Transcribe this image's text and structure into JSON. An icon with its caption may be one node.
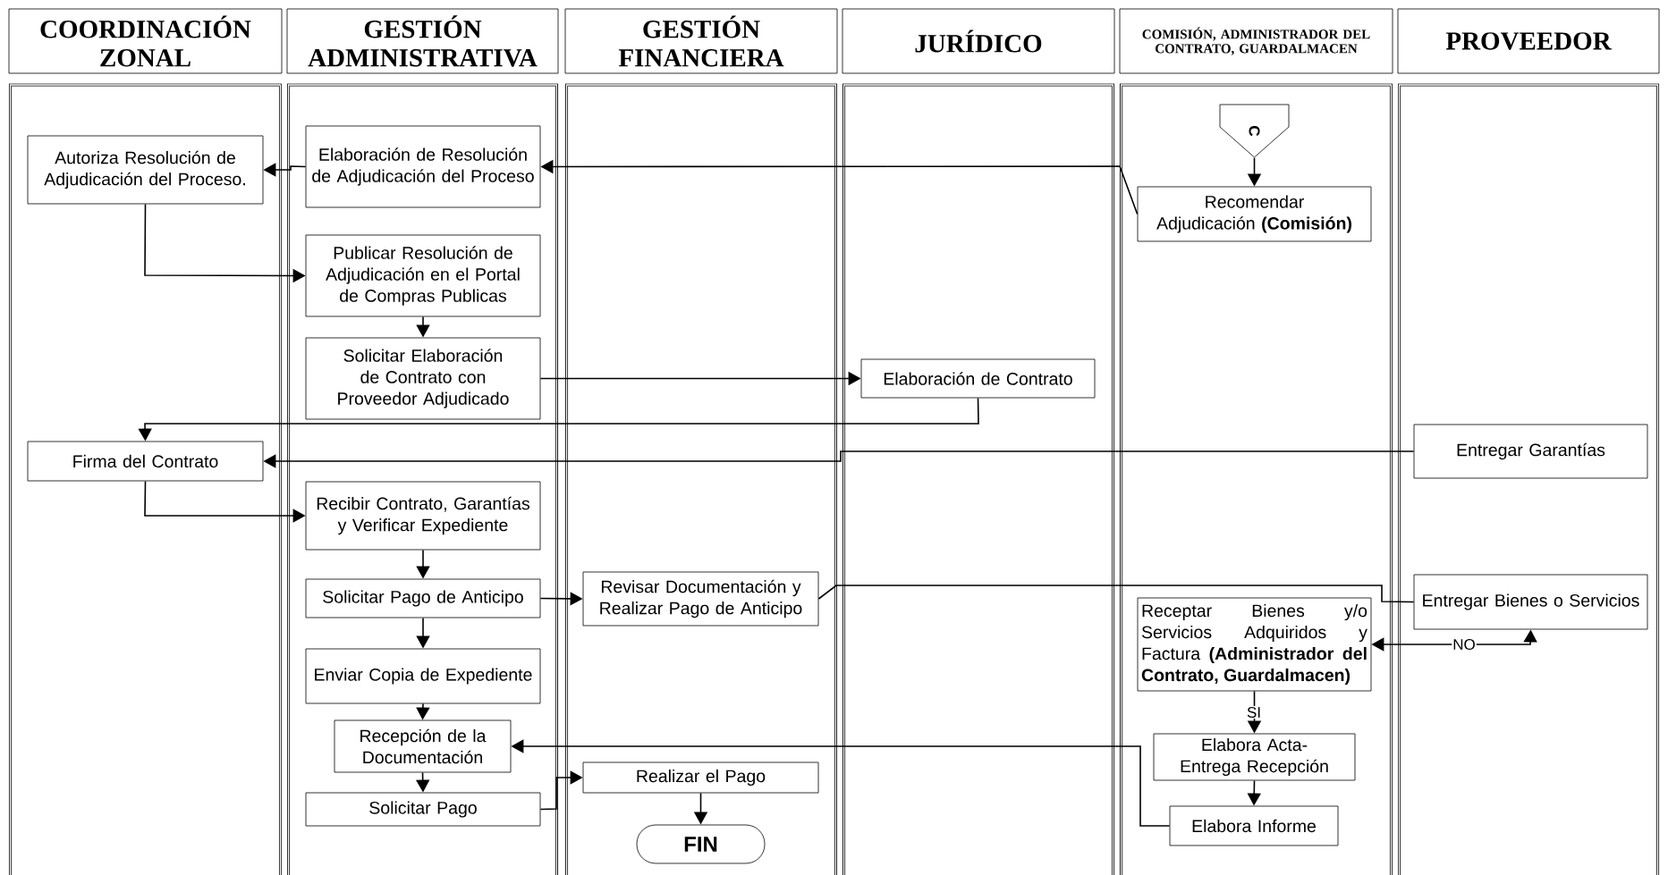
{
  "diagram": {
    "nodes": [
      {
        "text": [
          "COORDINACIÓN ZONAL"
        ]
      },
      {
        "text": [
          "GESTIÓN ADMINISTRATIVA"
        ]
      },
      {
        "text": [
          "GESTIÓN FINANCIERA"
        ]
      },
      {
        "text": [
          "JURÍDICO"
        ]
      },
      {
        "text": [
          "COMISIÓN, ADMINISTRADOR DEL CONTRATO, GUARDALMACEN"
        ]
      },
      {
        "text": [
          "PROVEEDOR"
        ]
      },
      {
        "text": [],
        "shape": "box"
      },
      {
        "text": [],
        "shape": "box"
      },
      {
        "text": [],
        "shape": "box"
      },
      {
        "text": [],
        "shape": "box"
      },
      {
        "text": [],
        "shape": "box"
      },
      {
        "text": [],
        "shape": "box"
      },
      {
        "text": [
          "Autoriza Resolución de Adjudicación del Proceso."
        ],
        "in": 6
      },
      {
        "text": [
          "Elaboración de Resolución de Adjudicación del Proceso"
        ],
        "in": 7
      },
      {
        "text": [
          "Publicar Resolución de Adjudicación en el Portal de Compras Publicas"
        ],
        "in": 7
      },
      {
        "text": [
          "Solicitar Elaboración de Contrato con Proveedor Adjudicado"
        ],
        "in": 7
      },
      {
        "text": [
          "Firma del Contrato"
        ],
        "in": 6
      },
      {
        "text": [
          "Recibir Contrato, Garantías y Verificar Expediente"
        ],
        "in": 7
      },
      {
        "text": [
          "Solicitar Pago de Anticipo"
        ],
        "in": 7
      },
      {
        "text": [
          "Enviar Copia de Expediente"
        ],
        "in": 7
      },
      {
        "text": [
          "Recepción de la Documentación"
        ],
        "in": 7
      },
      {
        "text": [
          "Solicitar Pago"
        ],
        "in": 7
      },
      {
        "text": [
          "Revisar Documentación y Realizar Pago de Anticipo"
        ],
        "in": 8
      },
      {
        "text": [
          "Realizar el Pago"
        ],
        "in": 8
      },
      {
        "text": [
          "FIN"
        ],
        "in": 8
      },
      {
        "text": [
          "Elaboración de Contrato"
        ],
        "in": 9
      },
      {
        "text": [
          "C"
        ],
        "in": 10
      },
      {
        "text": [
          "Recomendar Adjudicación **(Comisión)**"
        ],
        "in": 10
      },
      {
        "text": [
          "Receptar Bienes y/o Servicios Adquiridos y Factura **(Administrador del Contrato, Guardalmacen)**"
        ],
        "in": 10
      },
      {
        "text": [
          "Elabora Acta-Entrega Recepción"
        ],
        "in": 10
      },
      {
        "text": [
          "Elabora Informe"
        ],
        "in": 10
      },
      {
        "text": [
          "Entregar Garantías"
        ],
        "in": 11
      },
      {
        "text": [
          "Entregar Bienes o Servicios"
        ],
        "in": 11
      }
    ],
    "edges": [
      {
        "from": 13,
        "to": 12,
        "arrow": "to"
      },
      {
        "from": 27,
        "to": 13,
        "arrow": "to"
      },
      {
        "from": 12,
        "to": 14,
        "arrow": "to"
      },
      {
        "from": 14,
        "to": 15,
        "arrow": "to"
      },
      {
        "from": 15,
        "to": 25,
        "arrow": "to"
      },
      {
        "from": 25,
        "to": 16,
        "arrow": "to"
      },
      {
        "from": 31,
        "to": 16,
        "arrow": "to"
      },
      {
        "from": 16,
        "to": 17,
        "arrow": "to"
      },
      {
        "from": 17,
        "to": 18,
        "arrow": "to"
      },
      {
        "from": 18,
        "to": 22,
        "arrow": "to"
      },
      {
        "from": 18,
        "to": 19,
        "arrow": "to"
      },
      {
        "from": 22,
        "to": 32,
        "arrow": "none"
      },
      {
        "from": 32,
        "to": 28,
        "arrow": "both",
        "label": "NO"
      },
      {
        "from": 26,
        "to": 27,
        "arrow": "to"
      },
      {
        "from": 28,
        "to": 29,
        "arrow": "to",
        "label": "SI"
      },
      {
        "from": 29,
        "to": 30,
        "arrow": "to"
      },
      {
        "from": 30,
        "to": 20,
        "arrow": "to"
      },
      {
        "from": 19,
        "to": 20,
        "arrow": "to"
      },
      {
        "from": 20,
        "to": 21,
        "arrow": "to"
      },
      {
        "from": 21,
        "to": 23,
        "arrow": "to"
      },
      {
        "from": 23,
        "to": 24,
        "arrow": "to"
      }
    ]
  }
}
